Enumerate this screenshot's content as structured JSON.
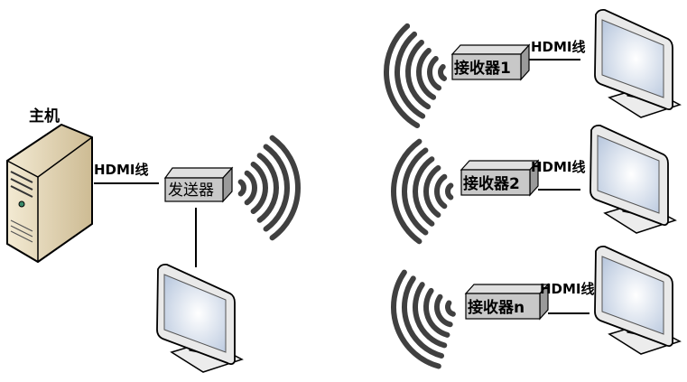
{
  "host": {
    "label": "主机"
  },
  "sender": {
    "label": "发送器",
    "cable_label": "HDMI线"
  },
  "receivers": [
    {
      "label": "接收器1",
      "cable_label": "HDMI线"
    },
    {
      "label": "接收器2",
      "cable_label": "HDMI线"
    },
    {
      "label": "接收器n",
      "cable_label": "HDMI线"
    }
  ],
  "colors": {
    "box": "#c8c8c8",
    "wave": "#404040",
    "screen": "#dde6f2",
    "server": "#e8dcc0"
  }
}
